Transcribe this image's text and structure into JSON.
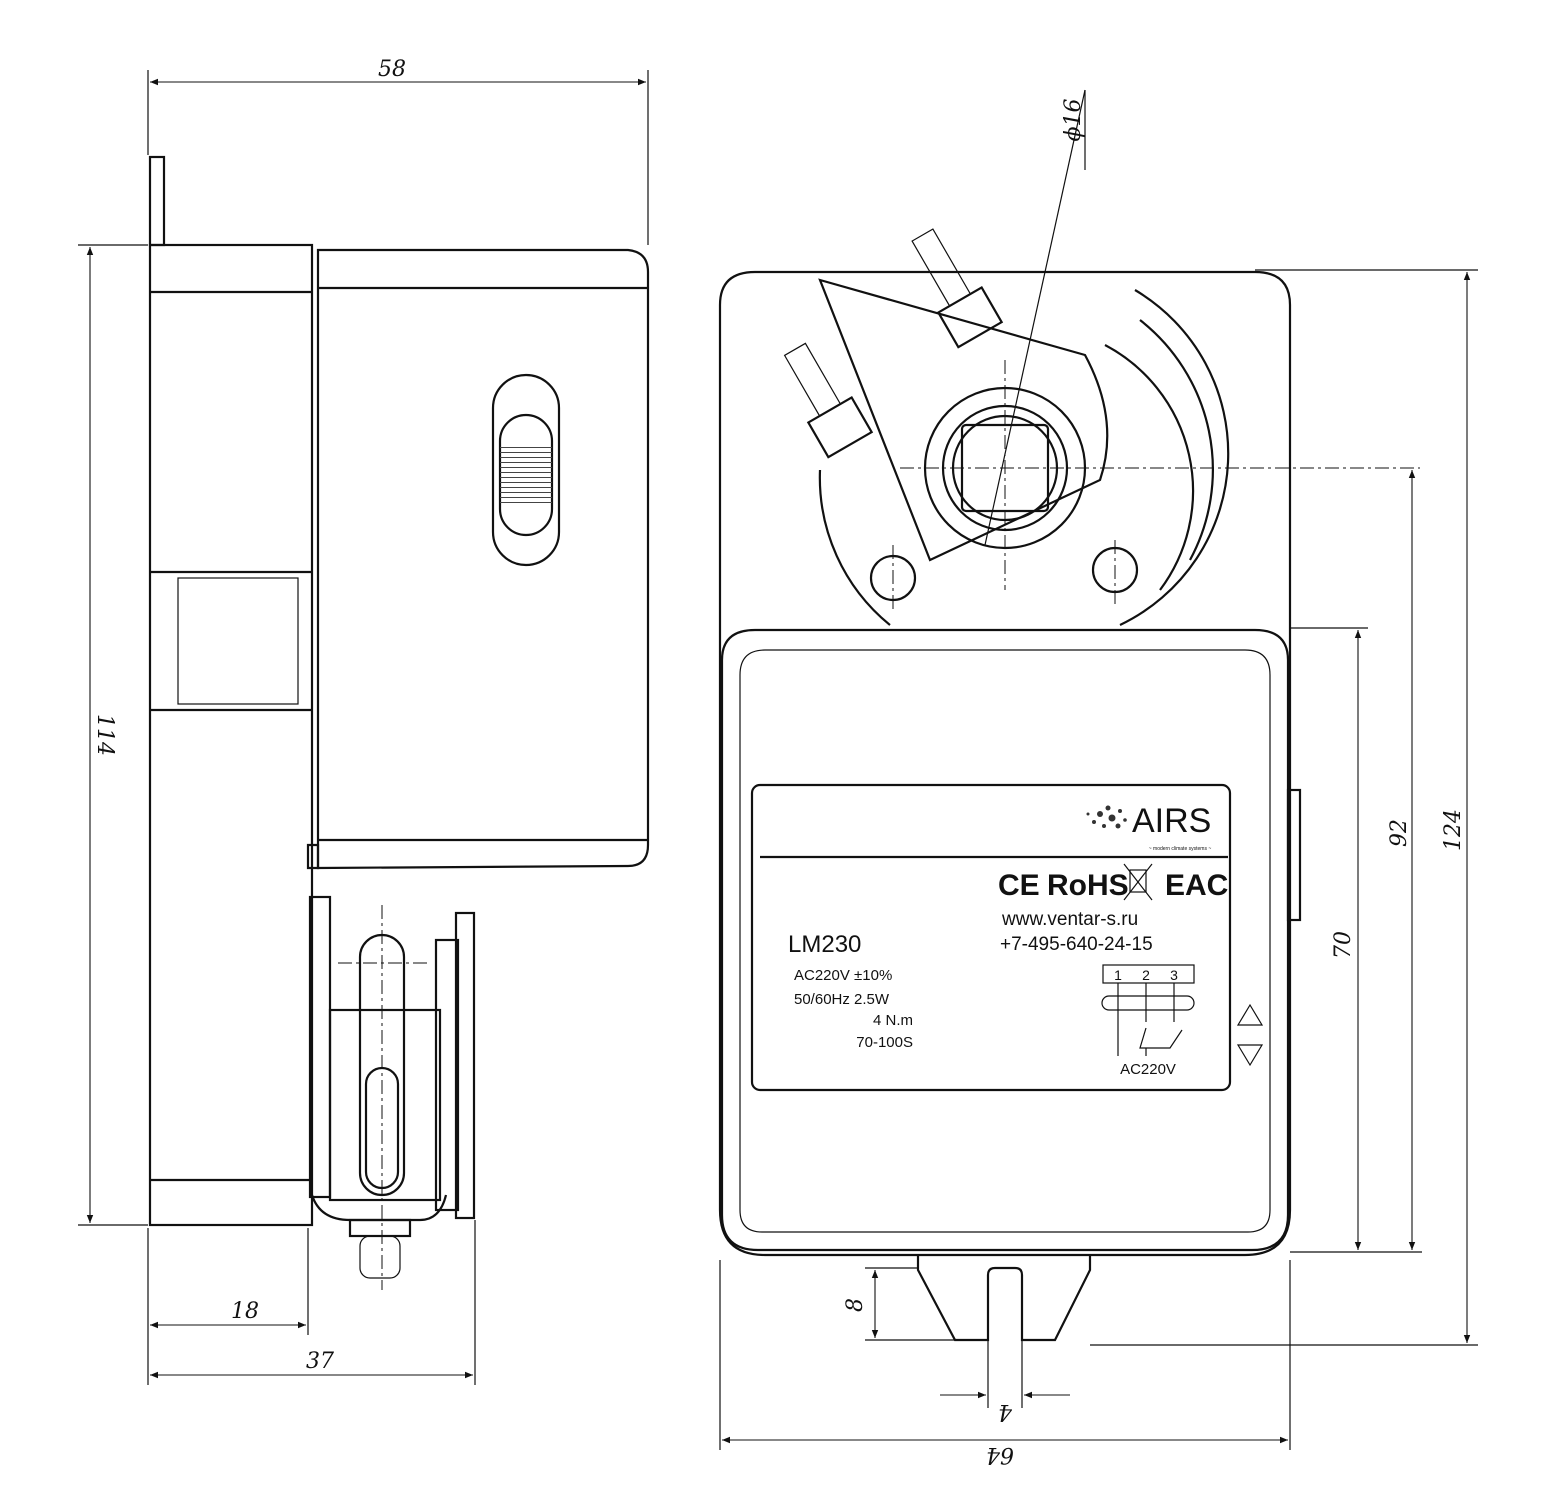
{
  "dimensions": {
    "side_width": "58",
    "side_height": "114",
    "shaft_offset": "18",
    "depth": "37",
    "shaft_diameter": "ϕ16",
    "total_height": "124",
    "shaft_to_bottom": "92",
    "cover_height": "70",
    "tab_height": "8",
    "slot_width": "4",
    "front_width": "64"
  },
  "label": {
    "brand": "AIRS",
    "brand_tagline": "~ modern climate systems ~",
    "certifications": [
      "CE",
      "RoHS",
      "EAC"
    ],
    "website": "www.ventar-s.ru",
    "phone": "+7-495-640-24-15",
    "model": "LM230",
    "specs": [
      "AC220V ±10%",
      "50/60Hz 2.5W",
      "4 N.m",
      "70-100S"
    ],
    "terminals": [
      "1",
      "2",
      "3"
    ],
    "wiring_voltage": "AC220V"
  }
}
